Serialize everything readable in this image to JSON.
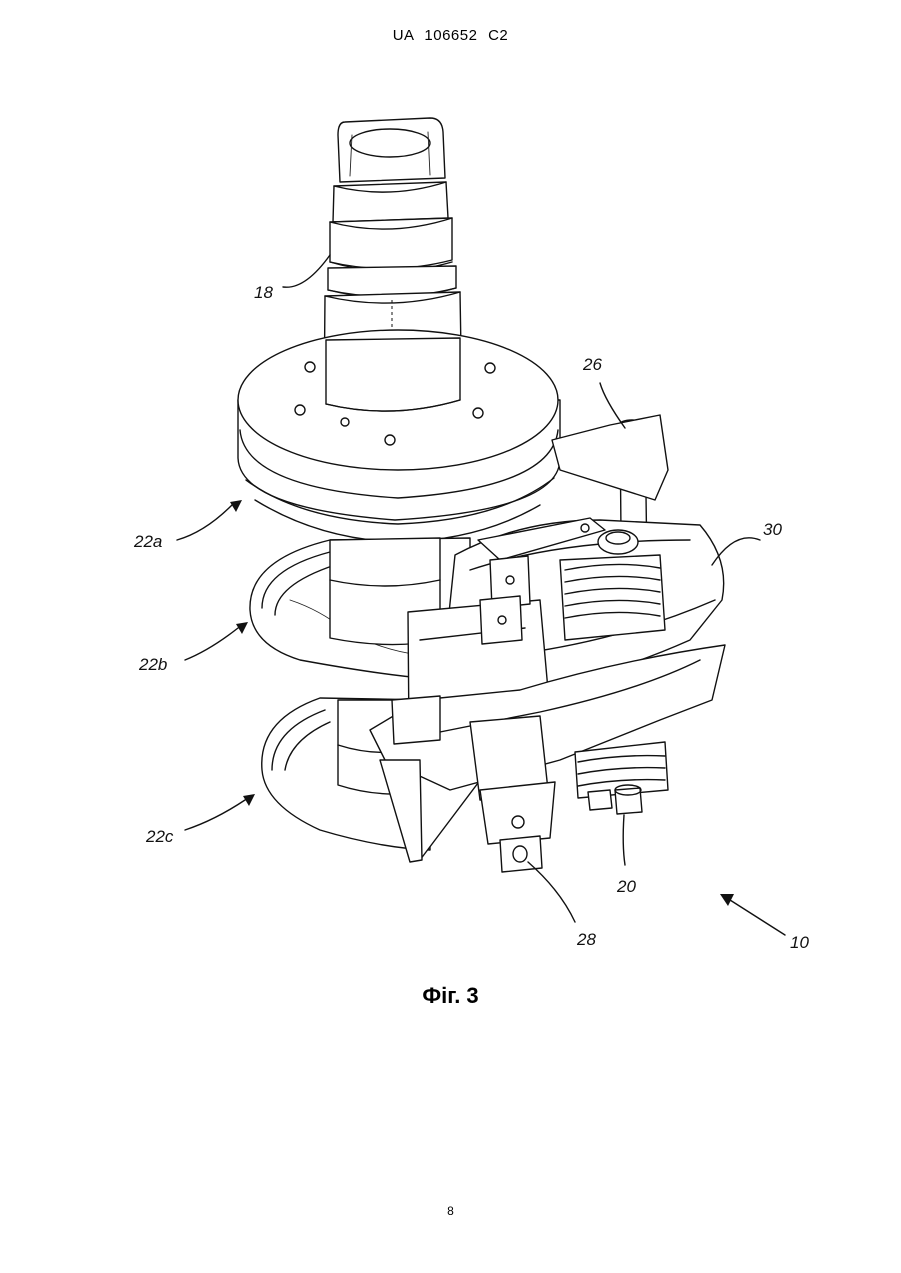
{
  "header": {
    "text": "UA   106652   C2"
  },
  "figure": {
    "caption": "Фіг. 3",
    "reference_labels": {
      "label_18": "18",
      "label_26": "26",
      "label_30": "30",
      "label_22a": "22a",
      "label_22b": "22b",
      "label_22c": "22c",
      "label_20": "20",
      "label_28": "28",
      "label_10": "10"
    }
  },
  "page_number": "8"
}
